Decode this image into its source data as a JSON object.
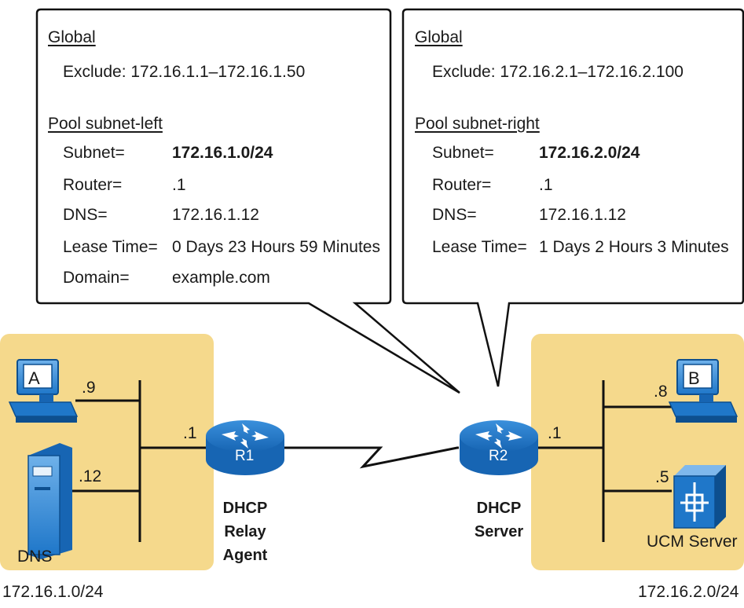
{
  "left_callout": {
    "global_heading": "Global",
    "exclude_line": "Exclude: 172.16.1.1–172.16.1.50",
    "pool_heading": "Pool subnet-left",
    "rows": [
      {
        "key": "Subnet=",
        "value": "172.16.1.0/24",
        "bold": true
      },
      {
        "key": "Router=",
        "value": ".1",
        "bold": false
      },
      {
        "key": "DNS=",
        "value": "172.16.1.12",
        "bold": false
      },
      {
        "key": "Lease Time=",
        "value": "0 Days 23 Hours 59 Minutes",
        "bold": false
      },
      {
        "key": "Domain=",
        "value": "example.com",
        "bold": false
      }
    ]
  },
  "right_callout": {
    "global_heading": "Global",
    "exclude_line": "Exclude: 172.16.2.1–172.16.2.100",
    "pool_heading": "Pool subnet-right",
    "rows": [
      {
        "key": "Subnet=",
        "value": "172.16.2.0/24",
        "bold": true
      },
      {
        "key": "Router=",
        "value": ".1",
        "bold": false
      },
      {
        "key": "DNS=",
        "value": "172.16.1.12",
        "bold": false
      },
      {
        "key": "Lease Time=",
        "value": "1 Days 2 Hours 3 Minutes",
        "bold": false
      }
    ]
  },
  "left_site": {
    "subnet": "172.16.1.0/24",
    "pc_label": "A",
    "pc_host": ".9",
    "dns_host": ".12",
    "dns_label": "DNS",
    "router_if": ".1"
  },
  "right_site": {
    "subnet": "172.16.2.0/24",
    "pc_label": "B",
    "pc_host": ".8",
    "ucm_host": ".5",
    "ucm_label": "UCM Server",
    "router_if": ".1"
  },
  "routers": {
    "r1": {
      "name": "R1",
      "role_lines": [
        "DHCP",
        "Relay",
        "Agent"
      ]
    },
    "r2": {
      "name": "R2",
      "role_lines": [
        "DHCP",
        "Server"
      ]
    }
  },
  "colors": {
    "site_bg": "#f5d98c",
    "device_blue": "#1f77c9",
    "device_dark": "#0d4f8f",
    "device_light": "#7fb8ec",
    "line": "#111111"
  },
  "icons": {
    "pc": "desktop-pc-icon",
    "server": "dns-server-icon",
    "router": "router-icon",
    "ucm": "ucm-server-icon"
  }
}
